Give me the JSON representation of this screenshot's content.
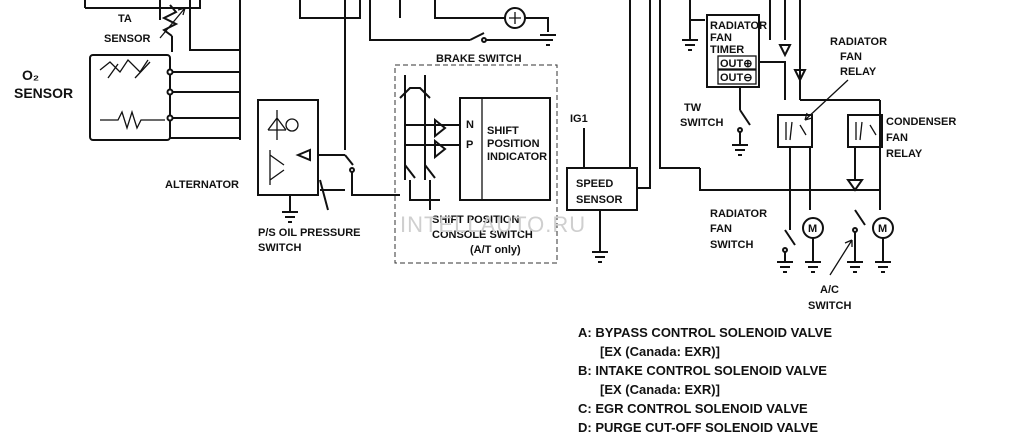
{
  "labels": {
    "ta_sensor": [
      "TA",
      "SENSOR"
    ],
    "o2_sensor": [
      "O₂",
      "SENSOR"
    ],
    "brake_switch": "BRAKE SWITCH",
    "alternator": "ALTERNATOR",
    "ps_oil_pressure_switch": [
      "P/S OIL PRESSURE",
      "SWITCH"
    ],
    "shift_position_console_switch": [
      "SHIFT POSITION",
      "CONSOLE SWITCH",
      "(A/T only)"
    ],
    "shift_position_indicator": [
      "SHIFT",
      "POSITION",
      "INDICATOR"
    ],
    "indicator_n": "N",
    "indicator_p": "P",
    "ig1": "IG1",
    "speed_sensor": [
      "SPEED",
      "SENSOR"
    ],
    "radiator_fan_timer": [
      "RADIATOR",
      "FAN",
      "TIMER"
    ],
    "timer_out_plus": "OUT⊕",
    "timer_out_minus": "OUT⊖",
    "radiator_fan_relay": [
      "RADIATOR",
      "FAN",
      "RELAY"
    ],
    "tw_switch": [
      "TW",
      "SWITCH"
    ],
    "condenser_fan_relay": [
      "CONDENSER",
      "FAN",
      "RELAY"
    ],
    "radiator_fan_switch": [
      "RADIATOR",
      "FAN",
      "SWITCH"
    ],
    "ac_switch": [
      "A/C",
      "SWITCH"
    ],
    "motor_symbol": "M",
    "watermark": "INTELLAUTO.RU"
  },
  "legend": [
    "A: BYPASS CONTROL SOLENOID VALVE",
    "[EX (Canada: EXR)]",
    "B: INTAKE CONTROL SOLENOID VALVE",
    "[EX (Canada: EXR)]",
    "C: EGR CONTROL SOLENOID VALVE",
    "D: PURGE CUT-OFF SOLENOID VALVE"
  ]
}
